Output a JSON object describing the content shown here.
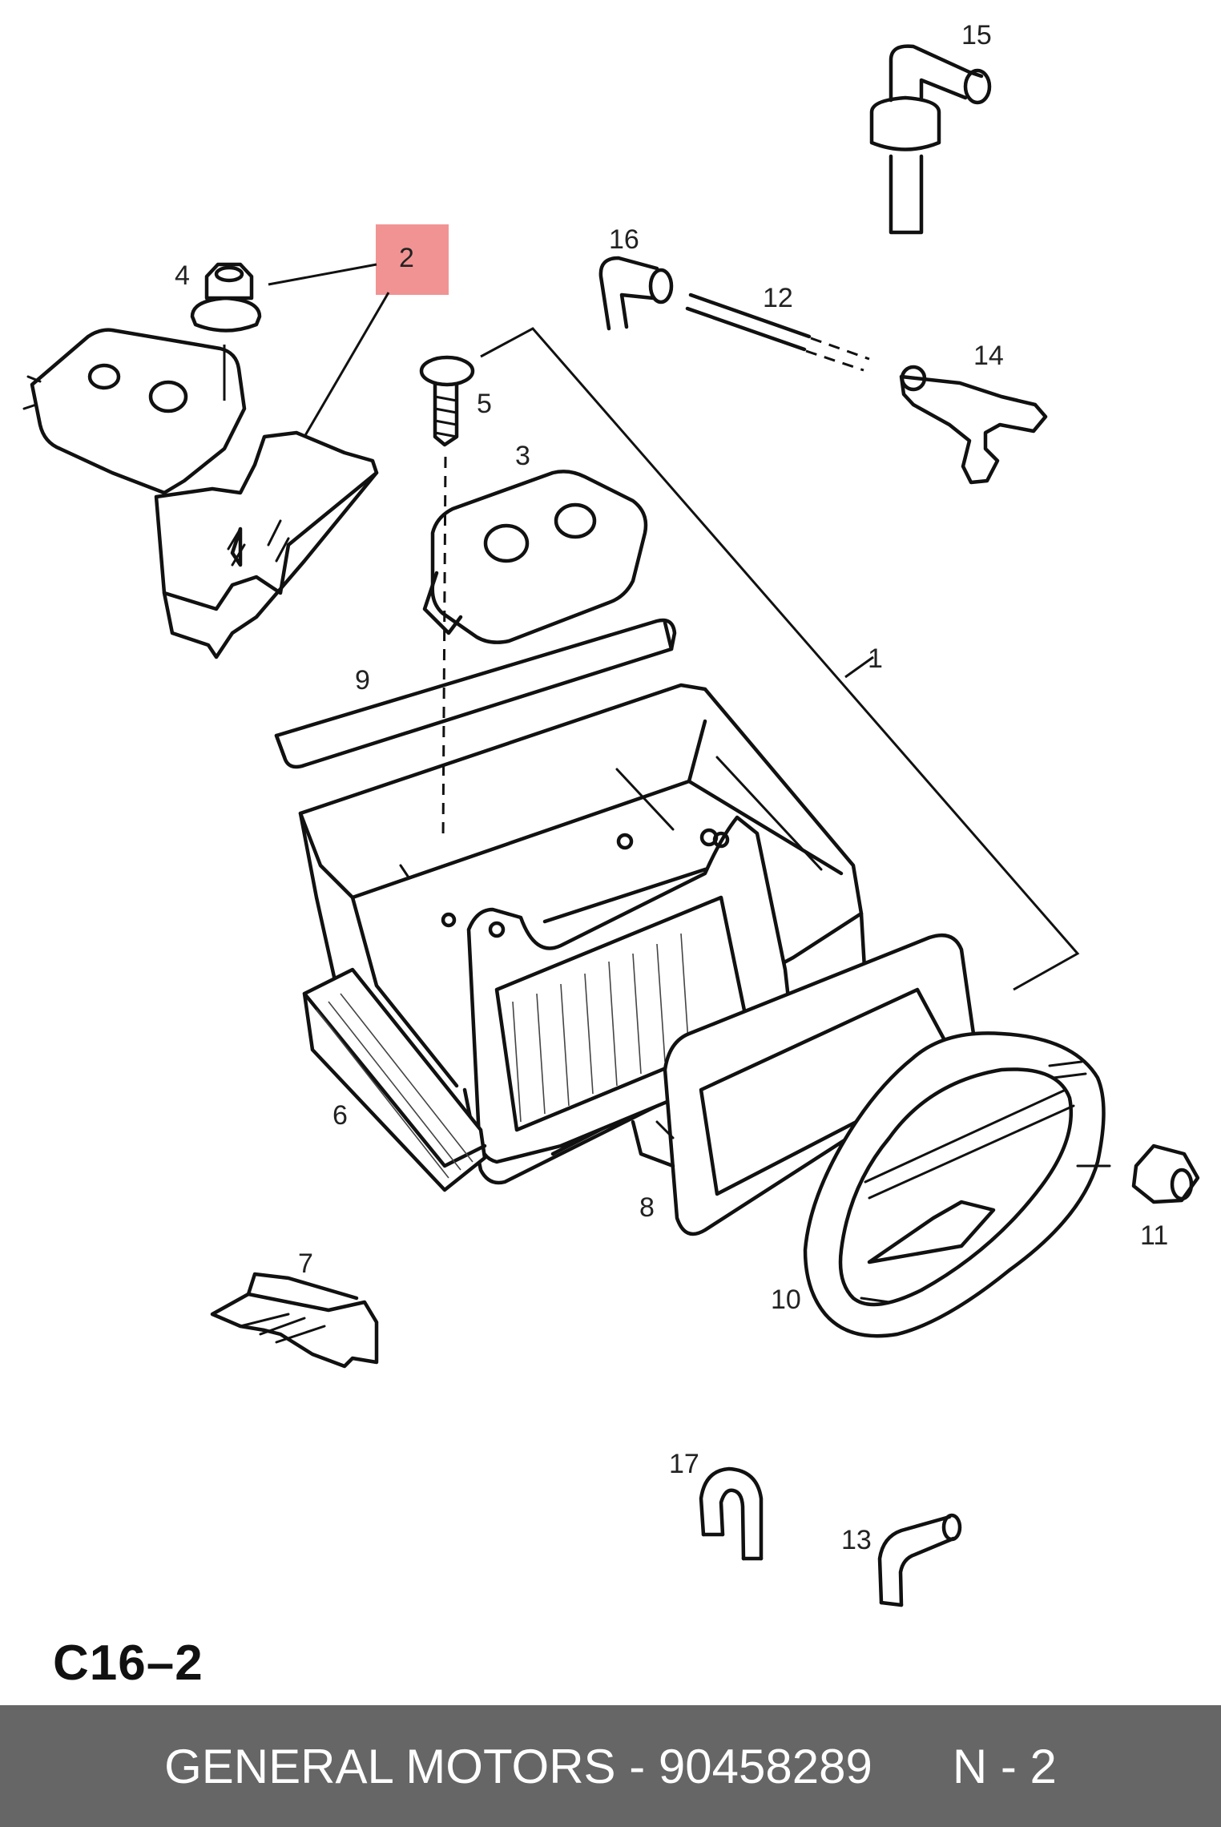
{
  "diagram": {
    "code": "C16–2",
    "highlighted_callout": "2",
    "highlight_color": "#f08080",
    "callouts": [
      "1",
      "2",
      "3",
      "4",
      "5",
      "6",
      "7",
      "8",
      "9",
      "10",
      "11",
      "12",
      "13",
      "14",
      "15",
      "16",
      "17"
    ]
  },
  "footer": {
    "brand": "GENERAL MOTORS",
    "separator": " - ",
    "part_number": "90458289",
    "quantity": "N - 2",
    "background_color": "#666666"
  }
}
